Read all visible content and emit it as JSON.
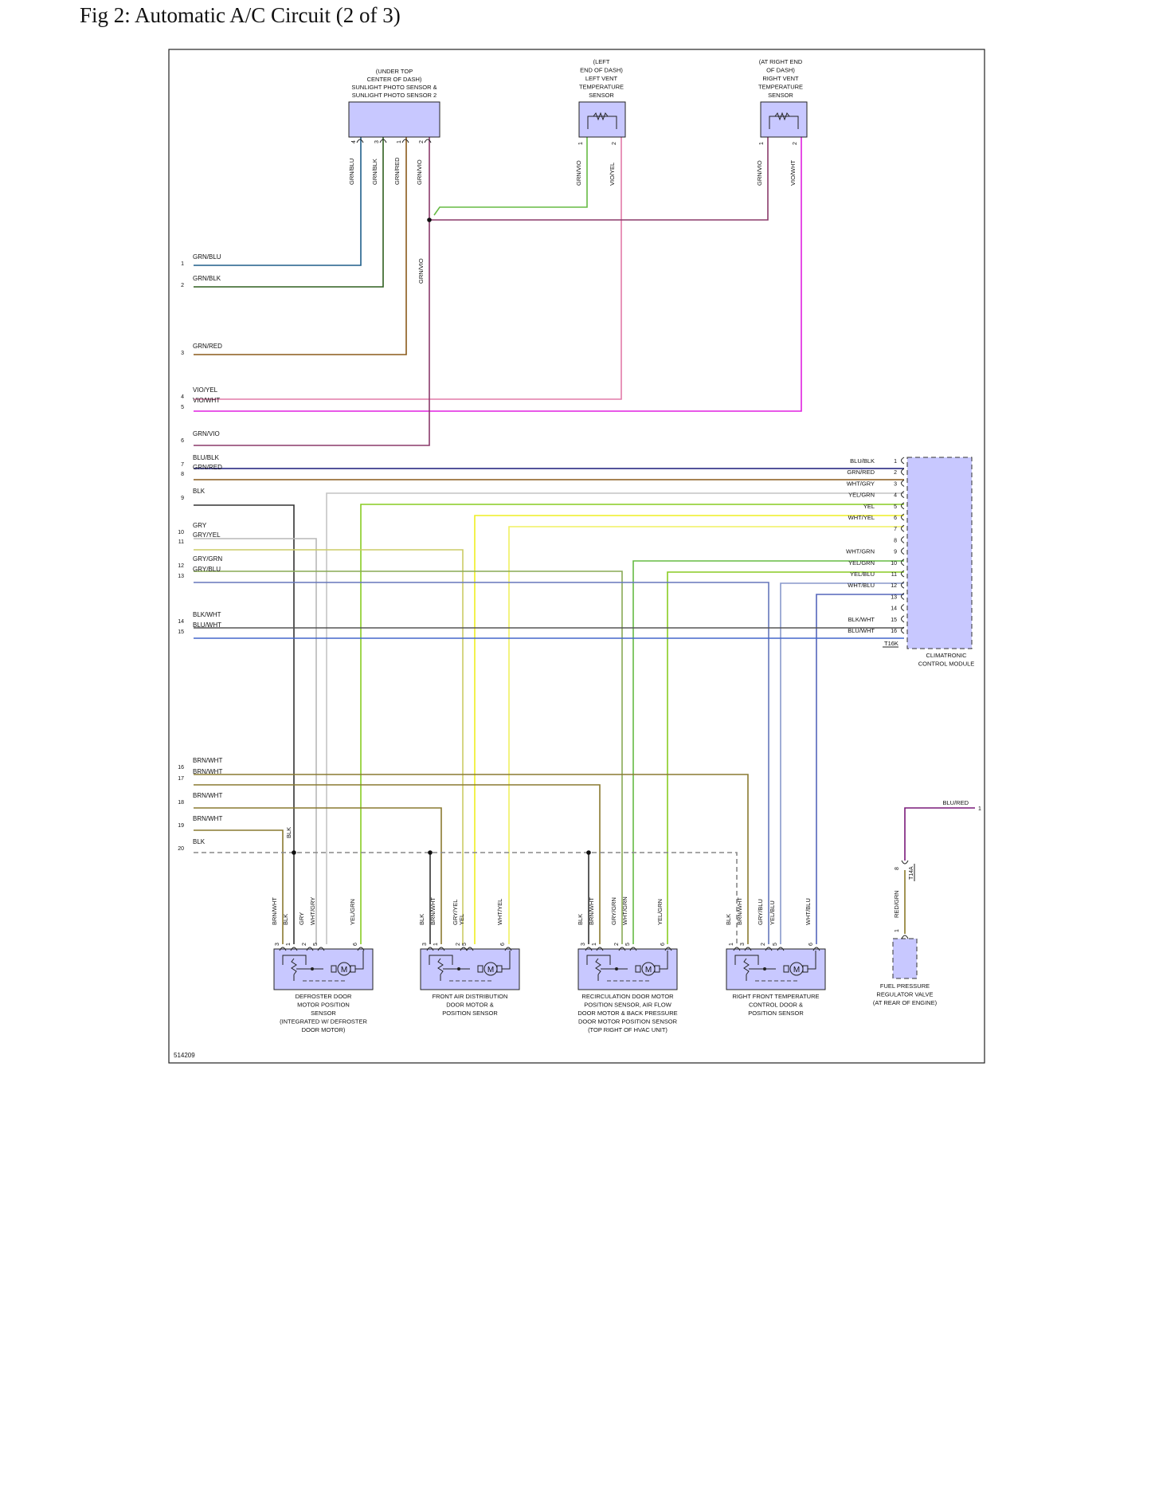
{
  "figure_title": "Fig 2: Automatic A/C Circuit (2 of 3)",
  "figure_id": "514209",
  "colors": {
    "component_fill": "#c8c8ff",
    "frame": "#222222",
    "GRN/BLU": "#1f5f8a",
    "GRN/BLK": "#2e5f1e",
    "GRN/RED": "#8a5a1a",
    "GRN/VIO": "#8a3a6a",
    "VIO/YEL": "#e27aa8",
    "VIO/WHT": "#e020e0",
    "BLU/BLK": "#1a1a7a",
    "BLK": "#333333",
    "GRY": "#b8b8b8",
    "GRY/YEL": "#cccc66",
    "GRY/GRN": "#88aa55",
    "GRY/BLU": "#6677bb",
    "BLK/WHT": "#555555",
    "BLU/WHT": "#4466cc",
    "BRN/WHT": "#8a7a30",
    "WHT/GRY": "#c4c4c4",
    "YEL/GRN": "#88cc22",
    "YEL": "#eeee22",
    "WHT/YEL": "#f0f060",
    "WHT/GRN": "#66bb44",
    "YEL/BLU": "#8899cc",
    "WHT/BLU": "#5566bb",
    "BLU/RED": "#7a1a7a",
    "RED/GRN": "#8a7a2a",
    "LEFT_GRN": "#66bb44"
  },
  "components": {
    "sunlight_sensor": {
      "lines": [
        "(UNDER TOP",
        "CENTER OF DASH)",
        "SUNLIGHT PHOTO SENSOR &",
        "SUNLIGHT PHOTO SENSOR 2"
      ],
      "pins": [
        "4",
        "3",
        "1",
        "2"
      ],
      "wires": [
        "GRN/BLU",
        "GRN/BLK",
        "GRN/RED",
        "GRN/VIO"
      ]
    },
    "left_vent_sensor": {
      "lines": [
        "(LEFT",
        "END OF DASH)",
        "LEFT VENT",
        "TEMPERATURE",
        "SENSOR"
      ],
      "pins": [
        "1",
        "2"
      ],
      "wires": [
        "GRN/VIO",
        "VIO/YEL"
      ]
    },
    "right_vent_sensor": {
      "lines": [
        "(AT RIGHT END",
        "OF DASH)",
        "RIGHT VENT",
        "TEMPERATURE",
        "SENSOR"
      ],
      "pins": [
        "1",
        "2"
      ],
      "wires": [
        "GRN/VIO",
        "VIO/WHT"
      ]
    },
    "climatronic": {
      "lines": [
        "CLIMATRONIC",
        "CONTROL MODULE"
      ],
      "connector": "T16K",
      "pins": [
        "1",
        "2",
        "3",
        "4",
        "5",
        "6",
        "7",
        "8",
        "9",
        "10",
        "11",
        "12",
        "13",
        "14",
        "15",
        "16"
      ],
      "wires": [
        "BLU/BLK",
        "GRN/RED",
        "WHT/GRY",
        "YEL/GRN",
        "YEL",
        "WHT/YEL",
        "",
        "",
        "WHT/GRN",
        "YEL/GRN",
        "YEL/BLU",
        "WHT/BLU",
        "",
        "",
        "BLK/WHT",
        "BLU/WHT"
      ]
    },
    "defroster_motor": {
      "lines": [
        "DEFROSTER DOOR",
        "MOTOR POSITION",
        "SENSOR",
        "(INTEGRATED W/ DEFROSTER",
        "DOOR MOTOR)"
      ],
      "pins": [
        "3",
        "1",
        "2",
        "5",
        "6"
      ],
      "wires": [
        "BRN/WHT",
        "BLK",
        "GRY",
        "WHT/GRY",
        "YEL/GRN"
      ]
    },
    "front_air_motor": {
      "lines": [
        "FRONT AIR DISTRIBUTION",
        "DOOR MOTOR &",
        "POSITION SENSOR"
      ],
      "pins": [
        "3",
        "1",
        "2",
        "5",
        "6"
      ],
      "wires": [
        "BLK",
        "BRN/WHT",
        "GRY/YEL",
        "YEL",
        "WHT/YEL"
      ]
    },
    "recirc_motor": {
      "lines": [
        "RECIRCULATION DOOR MOTOR",
        "POSITION SENSOR, AIR FLOW",
        "DOOR MOTOR & BACK PRESSURE",
        "DOOR MOTOR POSITION SENSOR",
        "(TOP RIGHT OF HVAC UNIT)"
      ],
      "pins": [
        "3",
        "1",
        "2",
        "5",
        "6"
      ],
      "wires": [
        "BLK",
        "BRN/WHT",
        "GRY/GRN",
        "WHT/GRN",
        "YEL/GRN"
      ]
    },
    "right_temp_motor": {
      "lines": [
        "RIGHT FRONT TEMPERATURE",
        "CONTROL DOOR &",
        "POSITION SENSOR"
      ],
      "pins": [
        "1",
        "3",
        "2",
        "5",
        "6"
      ],
      "wires": [
        "BLK",
        "BRN/WHT",
        "GRY/BLU",
        "YEL/BLU",
        "WHT/BLU"
      ]
    },
    "fuel_valve": {
      "lines": [
        "FUEL PRESSURE",
        "REGULATOR VALVE",
        "(AT REAR OF ENGINE)"
      ],
      "connector": "T14A",
      "pins": [
        "8",
        "1"
      ],
      "wires": [
        "RED/GRN"
      ]
    }
  },
  "left_connector": {
    "pins": [
      "1",
      "2",
      "3",
      "4",
      "5",
      "6",
      "7",
      "8",
      "9",
      "10",
      "11",
      "12",
      "13",
      "14",
      "15",
      "16",
      "17",
      "18",
      "19",
      "20"
    ],
    "wires": [
      "GRN/BLU",
      "GRN/BLK",
      "GRN/RED",
      "VIO/YEL",
      "VIO/WHT",
      "GRN/VIO",
      "BLU/BLK",
      "GRN/RED",
      "BLK",
      "GRY",
      "GRY/YEL",
      "GRY/GRN",
      "GRY/BLU",
      "BLK/WHT",
      "BLU/WHT",
      "BRN/WHT",
      "BRN/WHT",
      "BRN/WHT",
      "BRN/WHT",
      "BLK"
    ]
  },
  "right_connector": {
    "pin": "1",
    "wire": "BLU/RED"
  },
  "splice_wire_label": "GRN/VIO",
  "motor_symbol": "M",
  "motor_ground_label": "BLK"
}
